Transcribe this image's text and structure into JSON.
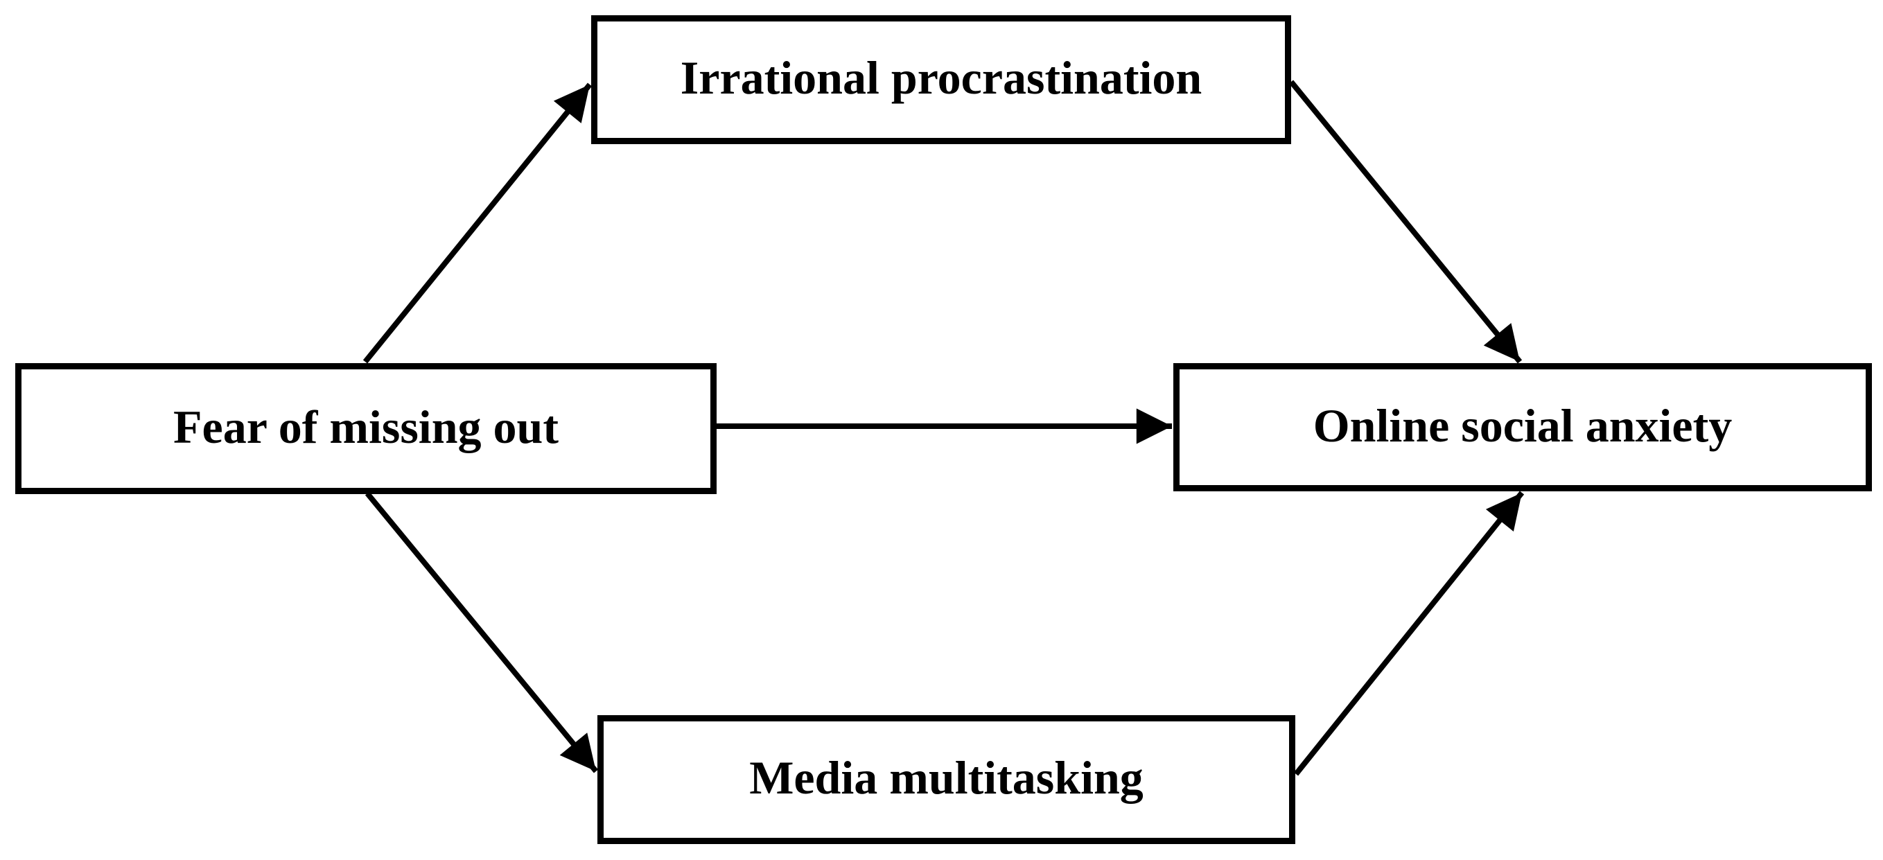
{
  "diagram": {
    "background_color": "#ffffff",
    "box_border_color": "#000000",
    "box_fill_color": "#ffffff",
    "arrow_color": "#000000",
    "text_color": "#000000",
    "nodes": [
      {
        "id": "irrational-procrastination",
        "label": "Irrational procrastination",
        "position": "top"
      },
      {
        "id": "fear-of-missing-out",
        "label": "Fear of missing out",
        "position": "left"
      },
      {
        "id": "online-social-anxiety",
        "label": "Online social anxiety",
        "position": "right"
      },
      {
        "id": "media-multitasking",
        "label": "Media multitasking",
        "position": "bottom"
      }
    ],
    "edges": [
      {
        "from": "fear-of-missing-out",
        "to": "irrational-procrastination"
      },
      {
        "from": "irrational-procrastination",
        "to": "online-social-anxiety"
      },
      {
        "from": "fear-of-missing-out",
        "to": "online-social-anxiety"
      },
      {
        "from": "fear-of-missing-out",
        "to": "media-multitasking"
      },
      {
        "from": "media-multitasking",
        "to": "online-social-anxiety"
      }
    ]
  }
}
